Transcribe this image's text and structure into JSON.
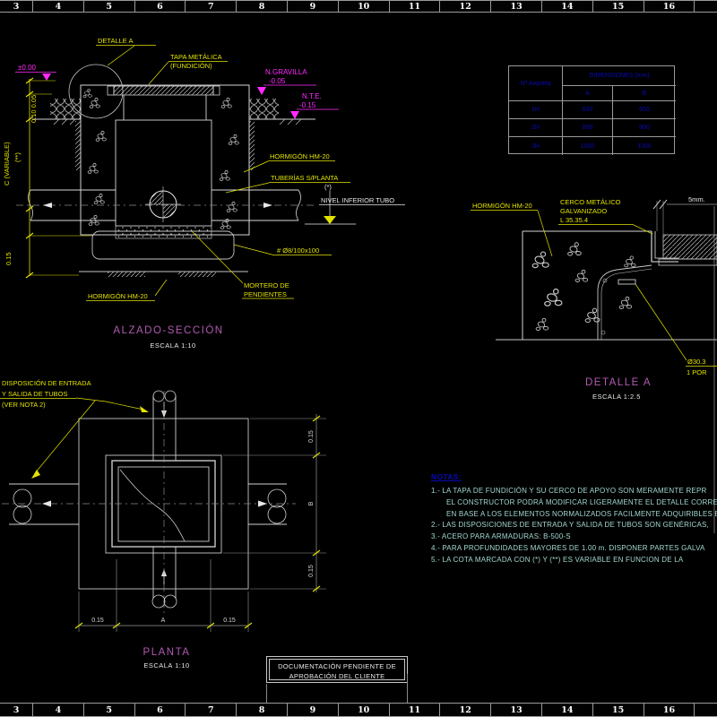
{
  "colors": {
    "background": "#000000",
    "line_white": "#D4D4D4",
    "annotation_yellow": "#E3E300",
    "level_magenta": "#FF2BFF",
    "title_purple": "#B25AB2",
    "table_blue": "#0A0AB4",
    "notes_cyan": "#A2D8CF"
  },
  "ruler": {
    "numbers": [
      "3",
      "4",
      "5",
      "6",
      "7",
      "8",
      "9",
      "10",
      "11",
      "12",
      "13",
      "14",
      "15",
      "16"
    ]
  },
  "alzado": {
    "title": "ALZADO-SECCIÓN",
    "scale": "ESCALA 1:10",
    "labels": {
      "detalle": "DETALLE A",
      "tapa1": "TAPA METÁLICA",
      "tapa2": "(FUNDICIÓN)",
      "nivel_cero": "±0.00",
      "gravilla1": "N.GRAVILLA",
      "gravilla2": "-0.05",
      "nte1": "N.T.E.",
      "nte2": "-0.15",
      "hormigon_sup": "HORMIGÓN HM-20",
      "tuberias": "TUBERÍAS S/PLANTA",
      "asterisco": "(*)",
      "nivel_tubo": "NIVEL INFERIOR TUBO",
      "malla": "# Ø8/100x100",
      "mortero1": "MORTERO DE",
      "mortero2": "PENDIENTES",
      "hormigon_inf": "HORMIGÓN HM-20",
      "dim_superior": "0.10 0.05",
      "dim_c": "C (VARIABLE)",
      "dim_var": "(**)",
      "dim_015": "0.15"
    }
  },
  "tabla": {
    "col_arqueta": "Nº Arqueta",
    "col_dimensiones": "DIMENSIONES (mm)",
    "sub_a": "A",
    "sub_b": "B",
    "rows": [
      [
        "1H",
        "600",
        "600"
      ],
      [
        "2H",
        "800",
        "800"
      ],
      [
        "3H",
        "1000",
        "1000"
      ]
    ]
  },
  "detalle": {
    "title": "DETALLE A",
    "scale": "ESCALA 1:2.5",
    "labels": {
      "hormigon": "HORMIGÓN HM-20",
      "cerco1": "CERCO METÁLICO",
      "cerco2": "GALVANIZADO",
      "cerco3": "L 35.35.4",
      "gap": "5mm.",
      "diam": "Ø30.3",
      "por": "1 POR"
    }
  },
  "planta": {
    "title": "PLANTA",
    "scale": "ESCALA 1:10",
    "labels": {
      "disp1": "DISPOSICIÓN DE ENTRADA",
      "disp2": "Y SALIDA DE TUBOS",
      "disp3": "(VER NOTA 2)"
    },
    "dims": {
      "right_top": "0.15",
      "right_mid": "B",
      "right_bot": "0.15",
      "bot_left": "0.15",
      "bot_mid": "A",
      "bot_right": "0.15"
    }
  },
  "notas": {
    "header": "NOTAS:",
    "lines": [
      "1.- LA TAPA DE FUNDICIÓN Y SU CERCO DE APOYO SON MERAMENTE REPR",
      "EL CONSTRUCTOR PODRÁ MODIFICAR LIGERAMENTE EL DETALLE CORRES",
      "EN BASE A LOS ELEMENTOS NORMALIZADOS FACILMENTE ADQUIRIBLES E",
      "2.- LAS DISPOSICIONES DE ENTRADA Y SALIDA DE TUBOS SON GENÉRICAS,",
      "3.- ACERO PARA ARMADURAS: B-500-S",
      "4.- PARA PROFUNDIDADES MAYORES DE 1.00 m. DISPONER PARTES GALVA",
      "5.- LA COTA MARCADA CON (*) Y (**) ES VARIABLE EN FUNCION DE LA"
    ]
  },
  "aprobacion": {
    "line1": "DOCUMENTACIÓN PENDIENTE DE",
    "line2": "APROBACIÓN DEL CLIENTE"
  }
}
